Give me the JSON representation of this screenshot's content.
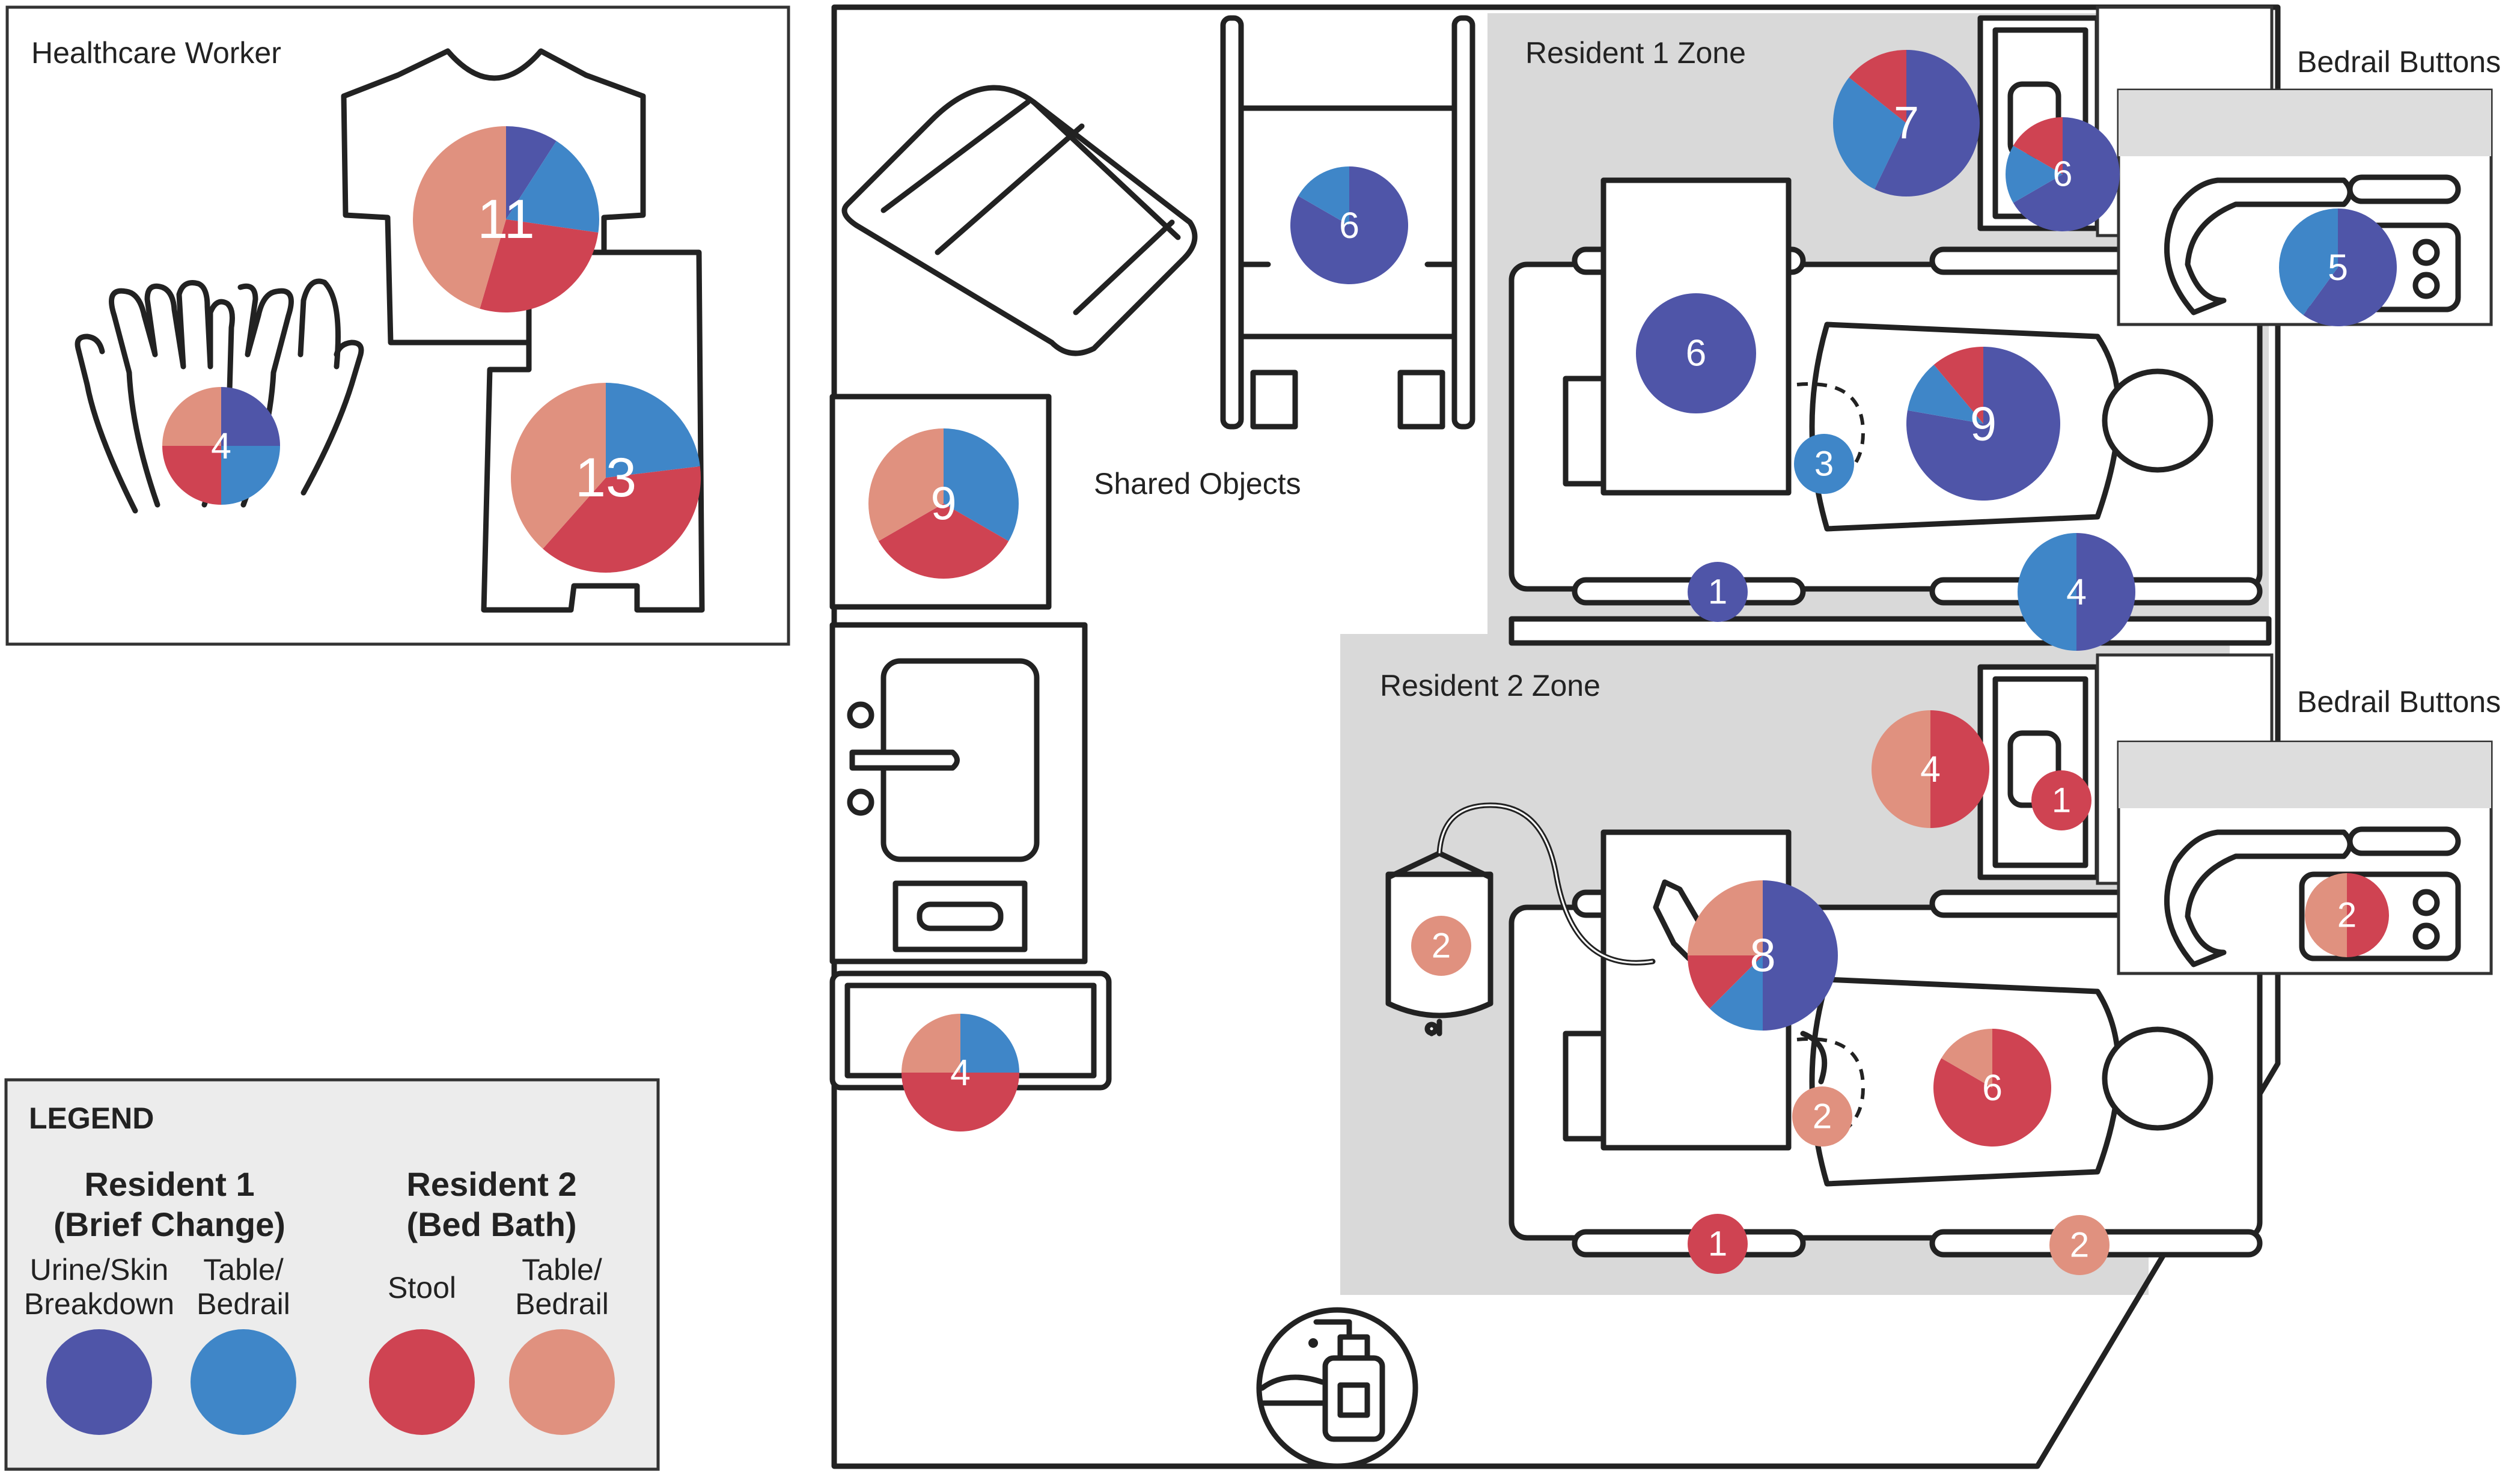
{
  "colors": {
    "resident1_urine": "#4f55a8",
    "resident1_table": "#3f86c8",
    "resident2_stool": "#cf4352",
    "resident2_table": "#e0917f",
    "zone_gray": "#d9d9d9"
  },
  "labels": {
    "healthcare_worker": "Healthcare Worker",
    "shared_objects": "Shared Objects",
    "resident1_zone": "Resident 1 Zone",
    "resident2_zone": "Resident 2 Zone",
    "bedrail_buttons_1": "Bedrail Buttons",
    "bedrail_buttons_2": "Bedrail Buttons"
  },
  "legend": {
    "title": "LEGEND",
    "resident1_line1": "Resident 1",
    "resident1_line2": "(Brief Change)",
    "resident2_line1": "Resident 2",
    "resident2_line2": "(Bed Bath)",
    "items": [
      {
        "line1": "Urine/Skin",
        "line2": "Breakdown",
        "color_key": "resident1_urine"
      },
      {
        "line1": "Table/",
        "line2": "Bedrail",
        "color_key": "resident1_table"
      },
      {
        "line1": "Stool",
        "line2": "",
        "color_key": "resident2_stool"
      },
      {
        "line1": "Table/",
        "line2": "Bedrail",
        "color_key": "resident2_table"
      }
    ]
  },
  "chart_data": {
    "type": "pie",
    "series_order": [
      "resident1_urine",
      "resident1_table",
      "resident2_stool",
      "resident2_table"
    ],
    "pies": [
      {
        "id": "hcw-hands",
        "total": 4,
        "values": [
          1,
          1,
          1,
          1
        ]
      },
      {
        "id": "hcw-shirt",
        "total": 11,
        "values": [
          1,
          2,
          3,
          5
        ]
      },
      {
        "id": "hcw-apron",
        "total": 13,
        "values": [
          0,
          3,
          5,
          5
        ]
      },
      {
        "id": "shared-wheelchair",
        "total": 6,
        "values": [
          5,
          1,
          0,
          0
        ]
      },
      {
        "id": "shared-table",
        "total": 9,
        "values": [
          0,
          3,
          3,
          3
        ]
      },
      {
        "id": "shared-sink",
        "total": 4,
        "values": [
          0,
          1,
          2,
          1
        ]
      },
      {
        "id": "r1-nightstand",
        "total": 7,
        "values": [
          4,
          2,
          1,
          0
        ]
      },
      {
        "id": "r1-call-button",
        "total": 6,
        "values": [
          4,
          1,
          1,
          0
        ]
      },
      {
        "id": "r1-bedrail-buttons",
        "total": 5,
        "values": [
          3,
          2,
          0,
          0
        ]
      },
      {
        "id": "r1-overbed-table",
        "total": 6,
        "values": [
          6,
          0,
          0,
          0
        ]
      },
      {
        "id": "r1-bed-surface",
        "total": 9,
        "values": [
          7,
          1,
          1,
          0
        ]
      },
      {
        "id": "r1-cord",
        "total": 3,
        "values": [
          0,
          3,
          0,
          0
        ]
      },
      {
        "id": "r1-rail-left",
        "total": 1,
        "values": [
          1,
          0,
          0,
          0
        ]
      },
      {
        "id": "r1-rail-right",
        "total": 4,
        "values": [
          2,
          2,
          0,
          0
        ]
      },
      {
        "id": "r2-nightstand",
        "total": 4,
        "values": [
          0,
          0,
          2,
          2
        ]
      },
      {
        "id": "r2-call-button",
        "total": 1,
        "values": [
          0,
          0,
          1,
          0
        ]
      },
      {
        "id": "r2-bedrail-buttons",
        "total": 2,
        "values": [
          0,
          0,
          1,
          1
        ]
      },
      {
        "id": "r2-catheter-bag",
        "total": 2,
        "values": [
          0,
          0,
          0,
          2
        ]
      },
      {
        "id": "r2-overbed-table",
        "total": 8,
        "values": [
          4,
          1,
          1,
          2
        ]
      },
      {
        "id": "r2-cord",
        "total": 2,
        "values": [
          0,
          0,
          0,
          2
        ]
      },
      {
        "id": "r2-bed-surface",
        "total": 6,
        "values": [
          0,
          0,
          5,
          1
        ]
      },
      {
        "id": "r2-rail-left",
        "total": 1,
        "values": [
          0,
          0,
          1,
          0
        ]
      },
      {
        "id": "r2-rail-right",
        "total": 2,
        "values": [
          0,
          0,
          0,
          2
        ]
      }
    ]
  }
}
